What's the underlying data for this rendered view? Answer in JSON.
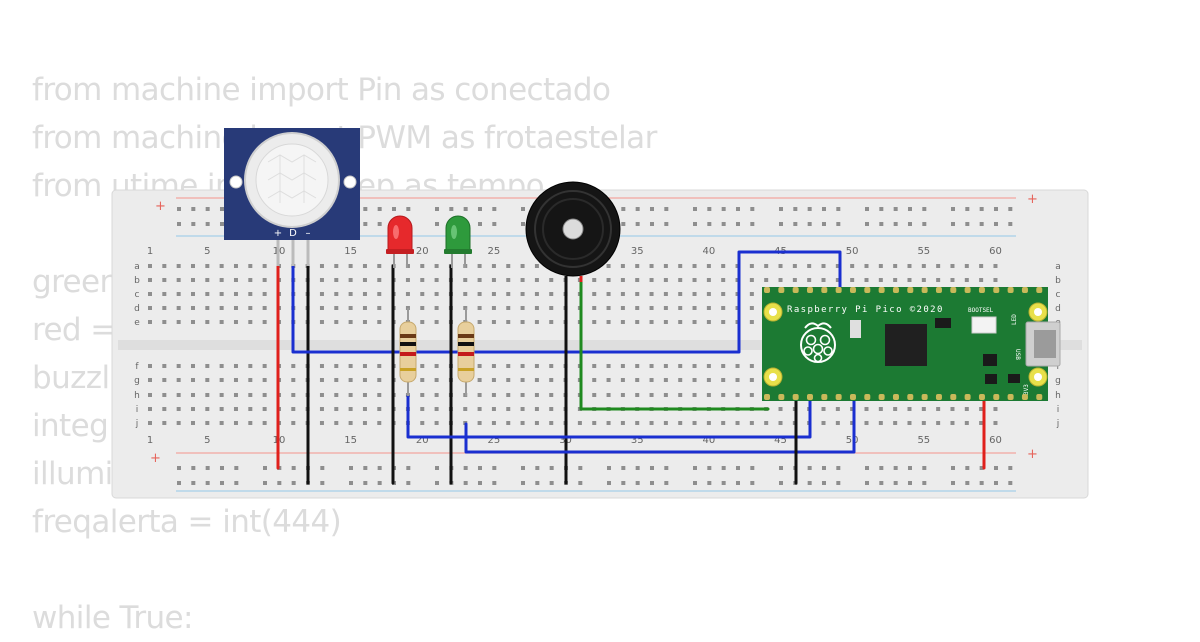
{
  "code_lines": [
    "from machine import Pin as conectado",
    "from machine import PWM as frotaestelar",
    "from utime import sleep as tempo",
    "",
    "green",
    "red =",
    "buzzl",
    "integ",
    "illumi",
    "freqalerta = int(444)",
    "",
    "while True:"
  ],
  "breadboard": {
    "column_numbers": [
      "1",
      "5",
      "10",
      "15",
      "20",
      "25",
      "30",
      "35",
      "40",
      "45",
      "50",
      "55",
      "60"
    ],
    "rows_top": [
      "a",
      "b",
      "c",
      "d",
      "e"
    ],
    "rows_bottom": [
      "f",
      "g",
      "h",
      "i",
      "j"
    ],
    "plus_label": "+"
  },
  "pir_sensor": {
    "pin_labels": [
      "+",
      "D",
      "–"
    ]
  },
  "pico": {
    "board_label": "Raspberry Pi Pico ©2020",
    "bootsel_label": "BOOTSEL",
    "led_label": "LED",
    "usb_label": "USB",
    "debug_label": "3V3"
  },
  "colors": {
    "code_text": "#dcdcdc",
    "breadboard": "#ececec",
    "wire_red": "#e0201c",
    "wire_blue": "#1a2fd0",
    "wire_black": "#111111",
    "wire_green": "#1f8a1f",
    "pico_green": "#1c7a33",
    "pir_blue": "#283a78",
    "led_red": "#e6292c",
    "led_green": "#2e9a3c"
  }
}
